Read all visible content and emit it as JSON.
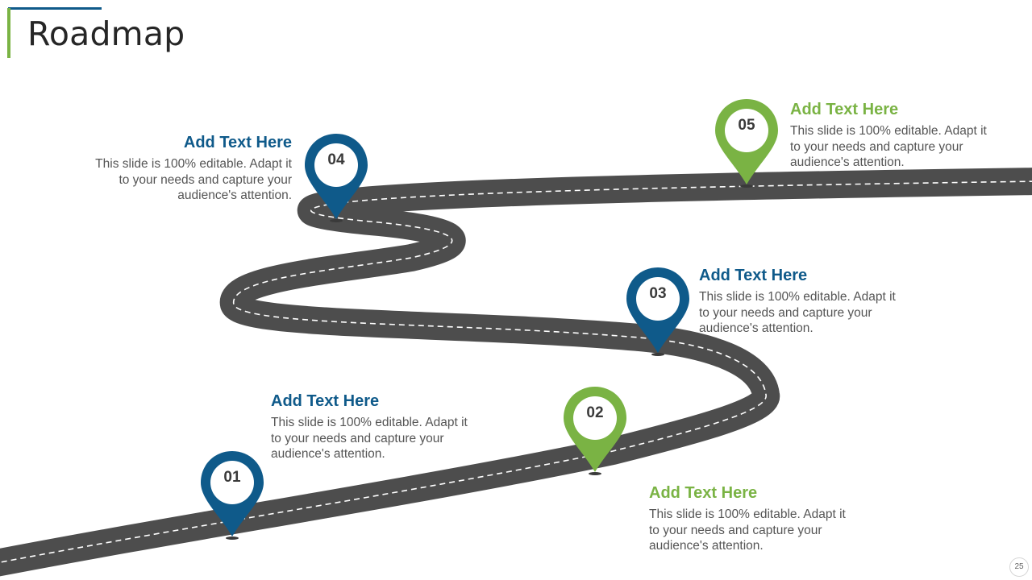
{
  "slide": {
    "title": "Roadmap",
    "page_number": "25"
  },
  "colors": {
    "blue": "#0f5a8a",
    "green": "#7ab344",
    "road": "#4d4d4d"
  },
  "milestones": [
    {
      "number": "01",
      "color": "blue",
      "heading": "Add Text Here",
      "body": "This slide is 100% editable. Adapt it to your needs and capture your audience's attention."
    },
    {
      "number": "02",
      "color": "green",
      "heading": "Add Text Here",
      "body": "This slide is 100% editable. Adapt it to your needs and capture your audience's attention."
    },
    {
      "number": "03",
      "color": "blue",
      "heading": "Add Text Here",
      "body": "This slide is 100% editable. Adapt it to your needs and capture your audience's attention."
    },
    {
      "number": "04",
      "color": "blue",
      "heading": "Add Text Here",
      "body": "This slide is 100% editable. Adapt it to your needs and capture your audience's attention."
    },
    {
      "number": "05",
      "color": "green",
      "heading": "Add Text Here",
      "body": "This slide is 100% editable. Adapt it to your needs and capture your audience's attention."
    }
  ]
}
